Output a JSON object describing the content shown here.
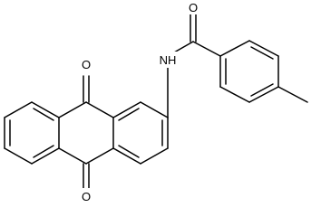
{
  "molecule": {
    "atoms": {
      "carbonyl_o_top": "O",
      "carbonyl_o_bottom": "O",
      "amide_n": "NH",
      "amide_o": "O"
    }
  },
  "colors": {
    "bond": "#000000",
    "background": "#ffffff"
  }
}
